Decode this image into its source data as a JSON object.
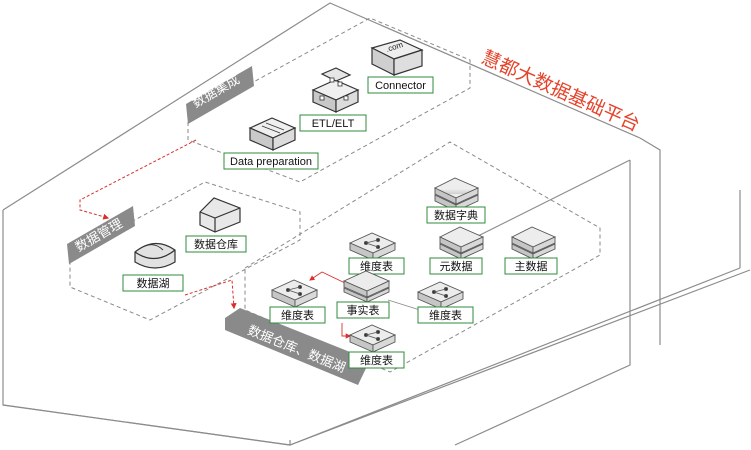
{
  "title": "慧都大数据基础平台",
  "sections": {
    "integration": "数据集成",
    "management": "数据管理",
    "warehouse_lake": "数据仓库、数据湖"
  },
  "nodes": {
    "connector": "Connector",
    "connector_icon_text": ".com",
    "etl": "ETL/ELT",
    "data_prep": "Data preparation",
    "data_lake": "数据湖",
    "data_warehouse": "数据仓库",
    "data_dictionary": "数据字典",
    "metadata": "元数据",
    "master_data": "主数据",
    "dim_top": "维度表",
    "fact_table": "事实表",
    "dim_left": "维度表",
    "dim_right": "维度表",
    "dim_bottom": "维度表"
  },
  "colors": {
    "accent": "#e4432a",
    "label_border": "#2e8b3e",
    "band": "#8a8a8a",
    "arrow": "#d9302c"
  }
}
